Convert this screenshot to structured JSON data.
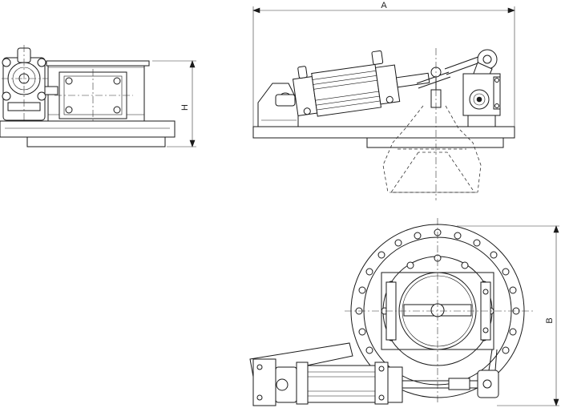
{
  "dimensions": {
    "width_label": "A",
    "height_label": "H",
    "depth_label": "B"
  }
}
